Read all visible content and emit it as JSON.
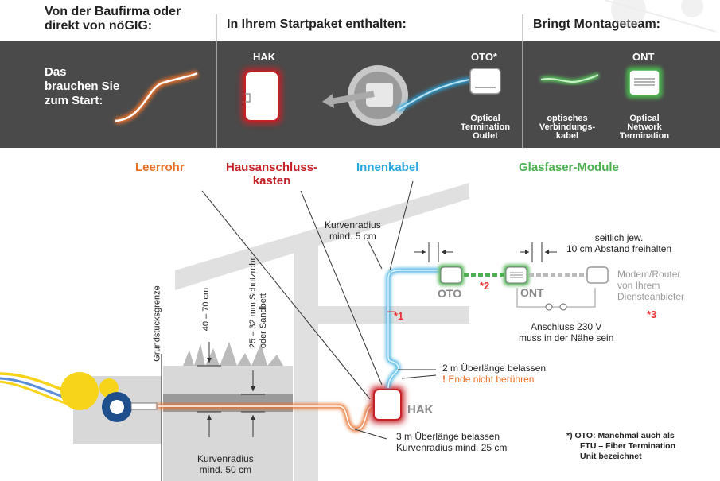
{
  "header": {
    "col1": [
      "Von der Baufirma oder",
      "direkt von nöGIG:"
    ],
    "col2": "In Ihrem Startpaket enthalten:",
    "col3": "Bringt Montageteam:"
  },
  "band": {
    "start_text": [
      "Das",
      "brauchen Sie",
      "zum Start:"
    ],
    "hak_label": "HAK",
    "oto_label": "OTO*",
    "oto_caption": [
      "Optical",
      "Termination",
      "Outlet"
    ],
    "patch_caption": [
      "optisches",
      "Verbindungs-",
      "kabel"
    ],
    "ont_label": "ONT",
    "ont_caption": [
      "Optical",
      "Network",
      "Termination"
    ]
  },
  "categories": {
    "leerrohr": "Leerrohr",
    "hak": [
      "Hausanschluss-",
      "kasten"
    ],
    "innenkabel": "Innenkabel",
    "glasfaser": "Glasfaser-Module"
  },
  "diagram": {
    "grundstuecksgrenze": "Grundstücksgrenze",
    "depth": "40 – 70 cm",
    "schutzrohr": [
      "25 – 32 mm Schutzrohr",
      "oder Sandbett"
    ],
    "kurvenradius_5": [
      "Kurvenradius",
      "mind. 5 cm"
    ],
    "abstand": [
      "seitlich jew.",
      "10 cm Abstand freihalten"
    ],
    "oto": "OTO",
    "ont": "ONT",
    "ref2": "*2",
    "ref1": "*1",
    "ref3": "*3",
    "modem": [
      "Modem/Router",
      "von Ihrem",
      "Diensteanbieter"
    ],
    "anschluss": [
      "Anschluss 230 V",
      "muss in der Nähe sein"
    ],
    "ueberlaenge_2m": "2 m Überlänge belassen",
    "ende_warn_mark": "!",
    "ende_warn": "Ende nicht berühren",
    "hak": "HAK",
    "ueberlaenge_3m": [
      "3 m Überlänge belassen",
      "Kurvenradius mind. 25 cm"
    ],
    "kurvenradius_50": [
      "Kurvenradius",
      "mind. 50 cm"
    ],
    "footnote": [
      "*)  OTO: Manchmal auch als",
      "FTU – Fiber Termination",
      "Unit bezeichnet"
    ]
  },
  "colors": {
    "orange": "#e8702a",
    "red": "#c42026",
    "blue": "#2aa7e0",
    "green": "#4caf50",
    "band": "#4a4a4a"
  }
}
